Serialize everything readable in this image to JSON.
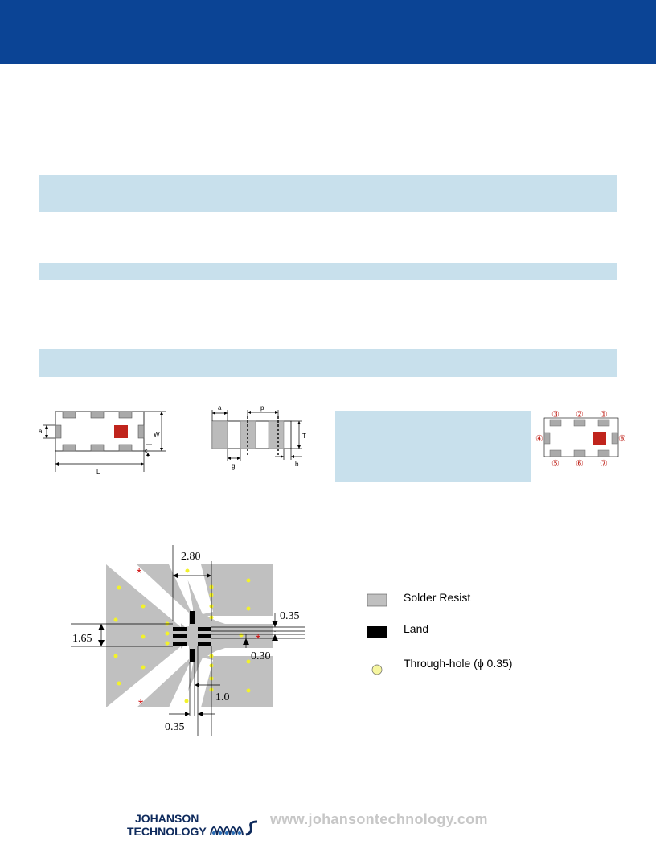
{
  "chip_top": {
    "label_a": "a",
    "label_w": "W",
    "label_c": "c",
    "label_l": "L"
  },
  "chip_side": {
    "label_a": "a",
    "label_p": "p",
    "label_t": "T",
    "label_g": "g",
    "label_b": "b"
  },
  "pins": {
    "p1": "①",
    "p2": "②",
    "p3": "③",
    "p4": "④",
    "p5": "⑤",
    "p6": "⑥",
    "p7": "⑦",
    "p8": "⑧"
  },
  "pcb": {
    "dim_280": "2.80",
    "dim_035_right": "0.35",
    "dim_165": "1.65",
    "dim_030": "0.30",
    "dim_10": "1.0",
    "dim_035_bottom": "0.35",
    "asterisk": "*"
  },
  "legend": {
    "solder_resist": "Solder Resist",
    "land": "Land",
    "through_hole": "Through-hole (ϕ 0.35)"
  },
  "footer": {
    "logo_line1": "JOHANSON",
    "logo_line2": "TECHNOLOGY",
    "url": "www.johansontechnology.com"
  },
  "colors": {
    "header": "#0b4495",
    "band": "#c8e0ec",
    "resist": "#c0c0c0",
    "land": "#000000",
    "via": "#f2f22a",
    "marker": "#c0241c"
  }
}
